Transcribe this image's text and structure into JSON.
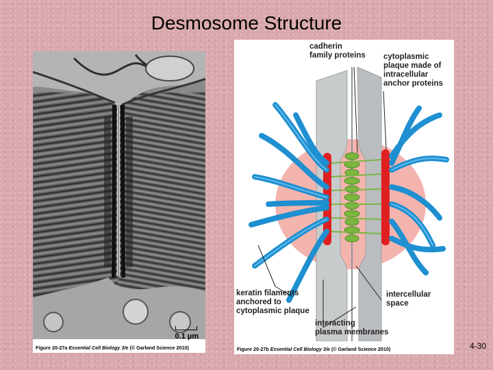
{
  "slide": {
    "title": "Desmosome Structure",
    "page_number": "4-30"
  },
  "micrograph": {
    "scale_label": "0.1 µm",
    "caption_figure": "Figure 20-27a",
    "caption_book": "Essential Cell Biology 3/e",
    "caption_credit": "(© Garland Science 2010)"
  },
  "diagram": {
    "labels": {
      "cadherin": "cadherin\nfamily proteins",
      "plaque": "cytoplasmic\nplaque made of\nintracellular\nanchor proteins",
      "keratin": "keratin filaments\nanchored to\ncytoplasmic plaque",
      "intercellular": "intercellular\nspace",
      "membranes": "interacting\nplasma membranes"
    },
    "caption_figure": "Figure 20-27b",
    "caption_book": "Essential Cell Biology 3/e",
    "caption_credit": "(© Garland Science 2010)",
    "colors": {
      "keratin": "#1e8fd0",
      "plaque": "#e02020",
      "cadherin": "#7ab640",
      "membrane": "#c8cbcc",
      "halo": "#f2a7a0"
    }
  }
}
